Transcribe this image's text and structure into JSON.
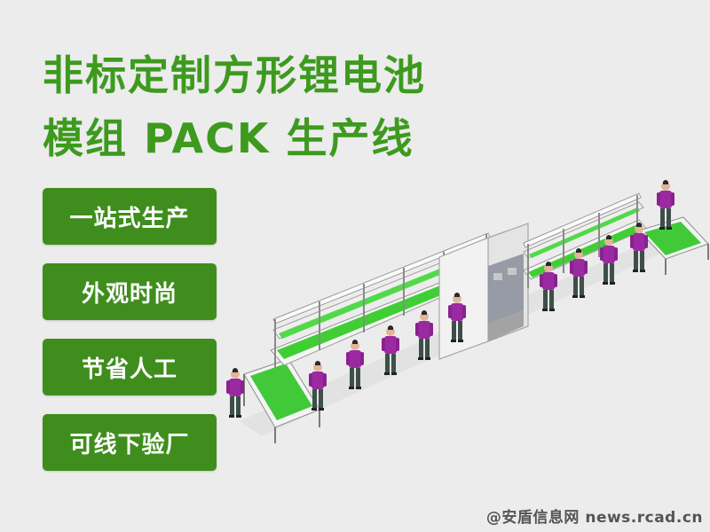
{
  "headline": {
    "line1": "非标定制方形锂电池",
    "line2": "模组 PACK 生产线"
  },
  "features": [
    {
      "label": "一站式生产"
    },
    {
      "label": "外观时尚"
    },
    {
      "label": "节省人工"
    },
    {
      "label": "可线下验厂"
    }
  ],
  "watermark": "@安盾信息网 news.rcad.cn",
  "colors": {
    "title_green": "#3d9a1e",
    "button_green": "#3f8e1d",
    "background": "#ececec",
    "worker_shirt": "#9b2aa0",
    "worker_pants": "#3e4f4a",
    "conveyor_green": "#45d13a"
  }
}
